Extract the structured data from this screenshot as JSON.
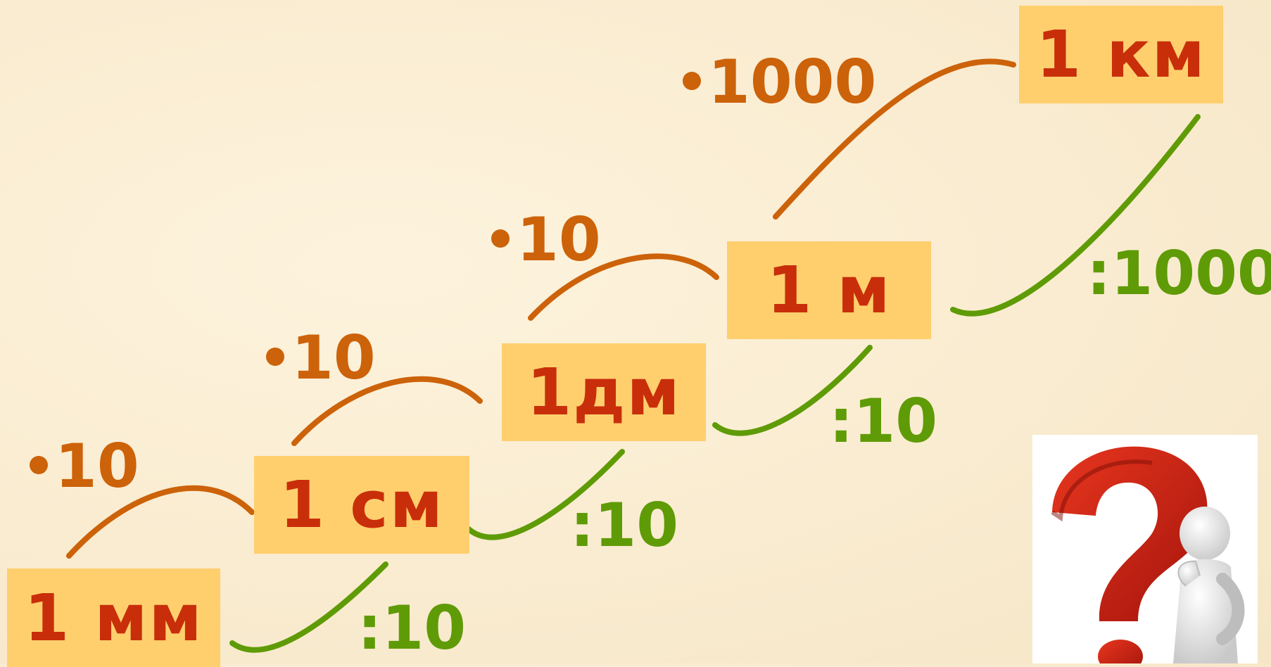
{
  "units": {
    "mm": "1 мм",
    "cm": "1 см",
    "dm": "1дм",
    "m": "1 м",
    "km": "1 км"
  },
  "multipliers": {
    "mm_to_cm": "10",
    "cm_to_dm": "10",
    "dm_to_m": "10",
    "m_to_km": "1000"
  },
  "divisors": {
    "cm_to_mm": ":10",
    "dm_to_cm": ":10",
    "m_to_dm": ":10",
    "km_to_m": ":1000"
  },
  "colors": {
    "box": "#ffcf6e",
    "unit_text": "#c92e0a",
    "multiply": "#cc6209",
    "divide": "#5f9b06"
  },
  "decoration": {
    "icon": "question-mark-person-icon"
  }
}
